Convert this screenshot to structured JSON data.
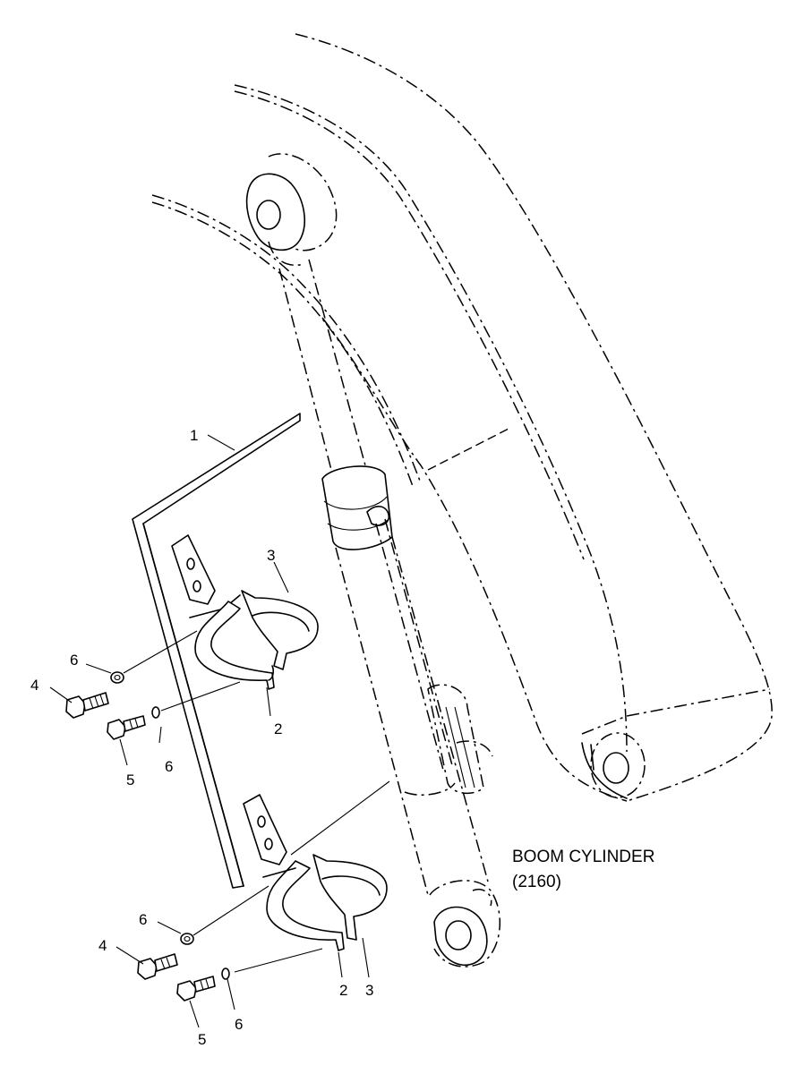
{
  "labels": {
    "boom_cylinder": "BOOM CYLINDER",
    "boom_cylinder_ref": "(2160)"
  },
  "callouts": [
    {
      "id": "c1",
      "number": "1"
    },
    {
      "id": "c3a",
      "number": "3"
    },
    {
      "id": "c6a",
      "number": "6"
    },
    {
      "id": "c4a",
      "number": "4"
    },
    {
      "id": "c2a",
      "number": "2"
    },
    {
      "id": "c6b",
      "number": "6"
    },
    {
      "id": "c5a",
      "number": "5"
    },
    {
      "id": "c6c",
      "number": "6"
    },
    {
      "id": "c4b",
      "number": "4"
    },
    {
      "id": "c2b",
      "number": "2"
    },
    {
      "id": "c3b",
      "number": "3"
    },
    {
      "id": "c5b",
      "number": "5"
    },
    {
      "id": "c6d",
      "number": "6"
    }
  ]
}
